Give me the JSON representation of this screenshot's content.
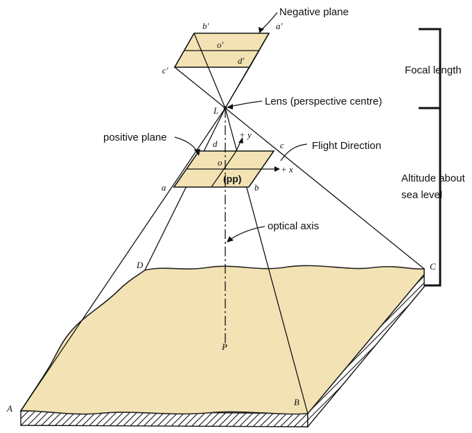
{
  "labels": {
    "negative_plane": "Negative plane",
    "focal_length": "Focal length",
    "lens": "Lens (perspective centre)",
    "positive_plane": "positive plane",
    "flight_direction": "Flight Direction",
    "altitude_line1": "Altitude about",
    "altitude_line2": "sea level",
    "optical_axis": "optical axis"
  },
  "points": {
    "b_prime": "b'",
    "a_prime": "a'",
    "o_prime": "o'",
    "d_prime": "d'",
    "c_prime": "c'",
    "L": "L",
    "d": "d",
    "c": "c",
    "o": "o",
    "pp": "(pp)",
    "a": "a",
    "b": "b",
    "plus_y": "+ y",
    "plus_x": "+ x",
    "D": "D",
    "C": "C",
    "P": "P",
    "A": "A",
    "B": "B"
  },
  "colors": {
    "plane_fill": "#f3e3b4",
    "line": "#111111"
  }
}
